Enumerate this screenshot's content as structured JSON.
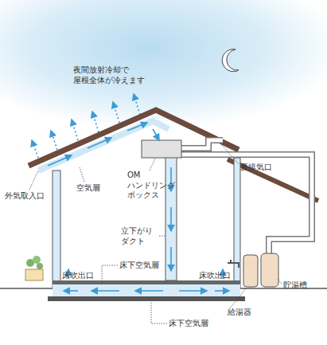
{
  "diagram": {
    "labels": [
      "夜間放射冷却で 屋根全体が冷えます",
      "夏排気口",
      "空気層",
      "OM ハンドリング ボックス",
      "外気取入口",
      "立下がり ダクト",
      "床下空気層",
      "床吹出口",
      "床吹出口",
      "貯湯槽",
      "給湯器",
      "床下空気層"
    ]
  }
}
